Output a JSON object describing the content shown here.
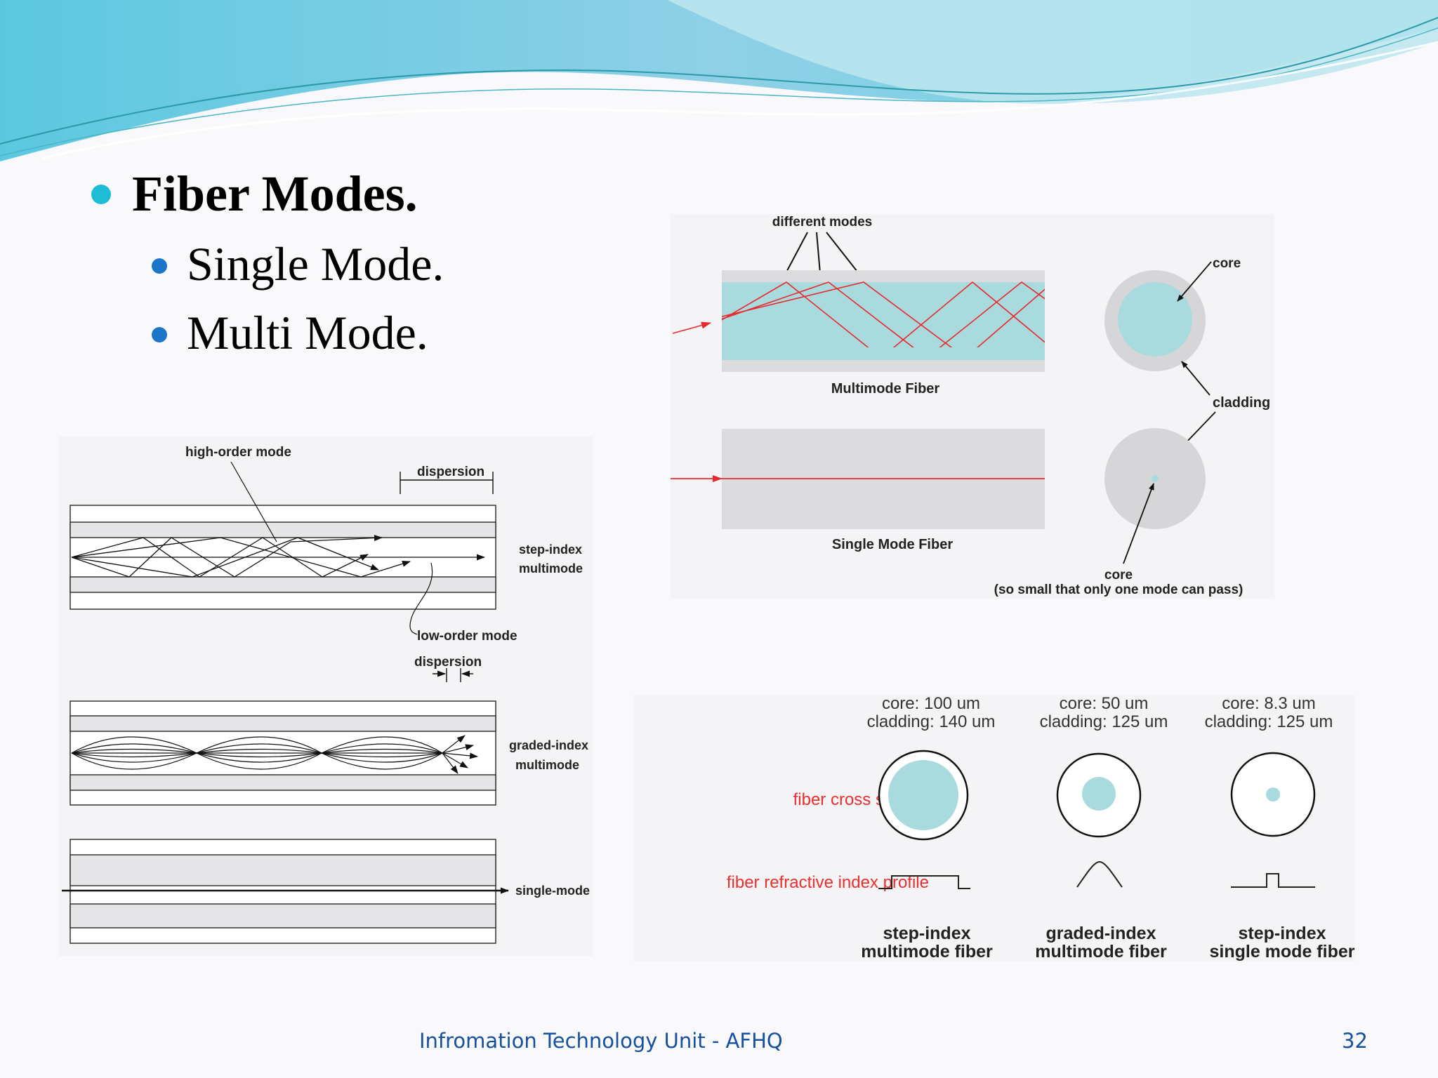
{
  "slide": {
    "title": "Fiber Modes.",
    "bullets": [
      "Single Mode.",
      "Multi Mode."
    ],
    "footer": "Infromation Technology Unit - AFHQ",
    "page_number": "32"
  },
  "diagram_modes": {
    "top_label": "different modes",
    "multimode_label": "Multimode Fiber",
    "singlemode_label": "Single Mode Fiber",
    "core_label": "core",
    "cladding_label": "cladding",
    "core_label_2": "core",
    "core_note": "(so small that only one mode can pass)"
  },
  "diagram_dispersion": {
    "high_order": "high-order mode",
    "dispersion_1": "dispersion",
    "step_index_1": "step-index",
    "step_index_2": "multimode",
    "low_order": "low-order mode",
    "dispersion_2": "dispersion",
    "graded_1": "graded-index",
    "graded_2": "multimode",
    "single": "single-mode"
  },
  "diagram_cross": {
    "row_cross": "fiber cross section",
    "row_profile": "fiber refractive index profile",
    "columns": [
      {
        "core": "core: 100 um",
        "cladding": "cladding: 140 um",
        "name1": "step-index",
        "name2": "multimode fiber"
      },
      {
        "core": "core: 50 um",
        "cladding": "cladding: 125 um",
        "name1": "graded-index",
        "name2": "multimode fiber"
      },
      {
        "core": "core: 8.3 um",
        "cladding": "cladding: 125 um",
        "name1": "step-index",
        "name2": "single mode fiber"
      }
    ]
  },
  "colors": {
    "accent_bullet": "#1fbcd6",
    "sub_bullet": "#1b75c9",
    "footer_text": "#16519e",
    "core_fill": "#a9dbde",
    "ray_red": "#e8282c"
  }
}
